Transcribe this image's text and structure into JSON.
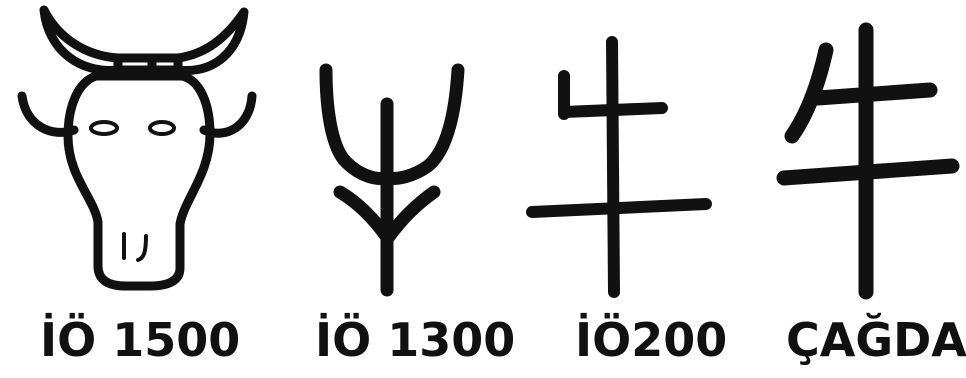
{
  "figure": {
    "stages": [
      {
        "label": "İÖ 1500",
        "glyph": "ox-head-pictograph-icon"
      },
      {
        "label": "İÖ 1300",
        "glyph": "oracle-bone-ox-icon"
      },
      {
        "label": "İÖ200",
        "glyph": "seal-script-ox-icon"
      },
      {
        "label": "ÇAĞDAŞ",
        "glyph": "modern-niu-character-icon"
      }
    ]
  }
}
